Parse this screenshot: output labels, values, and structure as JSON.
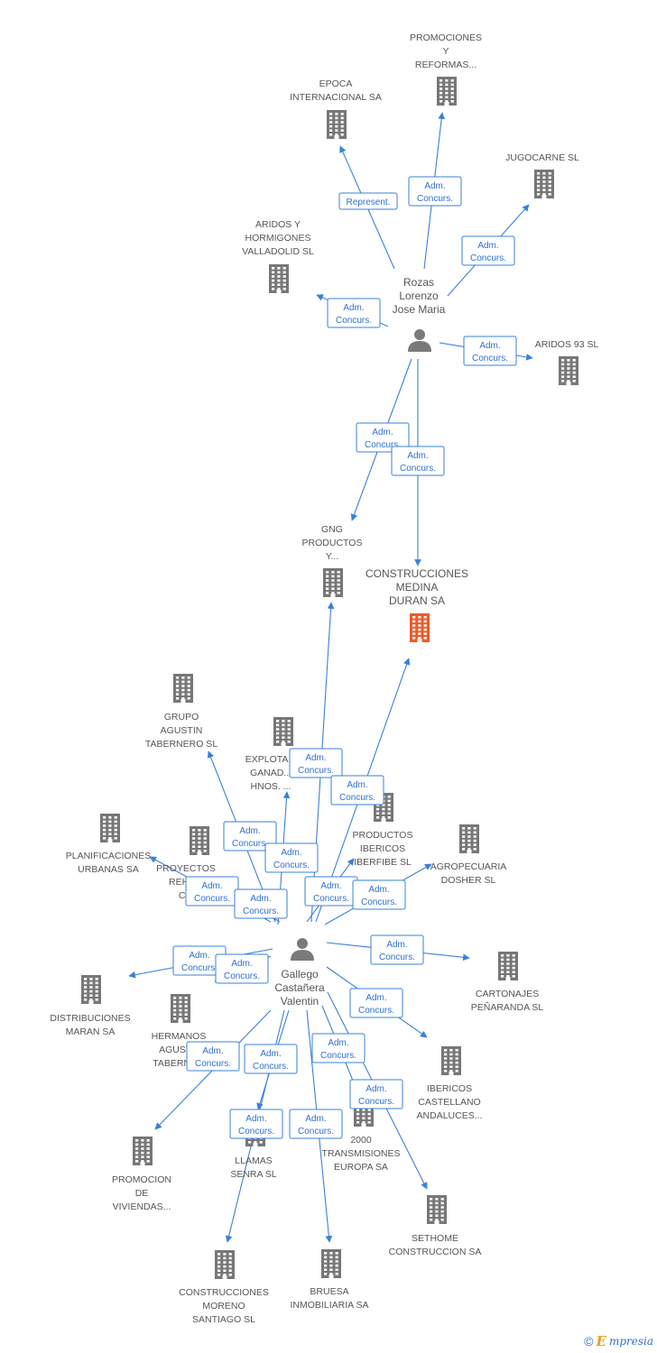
{
  "colors": {
    "edge": "#3a80d9",
    "building": "#777777",
    "building_focus": "#f05a28",
    "person": "#7a7a7a"
  },
  "copyright": {
    "symbol": "©",
    "brand_initial": "E",
    "brand_rest": "mpresia"
  },
  "people": [
    {
      "id": "rozas",
      "lines": [
        "Rozas",
        "Lorenzo",
        "Jose Maria"
      ]
    },
    {
      "id": "gallego",
      "lines": [
        "Gallego",
        "Castañera",
        "Valentin"
      ]
    }
  ],
  "companies": [
    {
      "id": "promociones-reformas",
      "lines": [
        "PROMOCIONES",
        "Y",
        "REFORMAS..."
      ],
      "focus": false
    },
    {
      "id": "epoca",
      "lines": [
        "EPOCA",
        "INTERNACIONAL SA"
      ],
      "focus": false
    },
    {
      "id": "jugocarne",
      "lines": [
        "JUGOCARNE SL"
      ],
      "focus": false
    },
    {
      "id": "aridos-hormigones",
      "lines": [
        "ARIDOS Y",
        "HORMIGONES",
        "VALLADOLID SL"
      ],
      "focus": false
    },
    {
      "id": "aridos93",
      "lines": [
        "ARIDOS 93 SL"
      ],
      "focus": false
    },
    {
      "id": "gng",
      "lines": [
        "GNG",
        "PRODUCTOS",
        "Y..."
      ],
      "focus": false
    },
    {
      "id": "construcciones-medina",
      "lines": [
        "CONSTRUCCIONES",
        "MEDINA",
        "DURAN SA"
      ],
      "focus": true
    },
    {
      "id": "grupo-agustin",
      "lines": [
        "GRUPO",
        "AGUSTIN",
        "TABERNERO SL"
      ],
      "focus": false
    },
    {
      "id": "explotaciones",
      "lines": [
        "EXPLOTA...",
        "GANAD...",
        "HNOS. ..."
      ],
      "focus": false
    },
    {
      "id": "productos-ibericos",
      "lines": [
        "PRODUCTOS",
        "IBERICOS",
        "IBERFIBE SL"
      ],
      "focus": false
    },
    {
      "id": "agropecuaria",
      "lines": [
        "AGROPECUARIA",
        "DOSHER SL"
      ],
      "focus": false
    },
    {
      "id": "planificaciones",
      "lines": [
        "PLANIFICACIONES",
        "URBANAS SA"
      ],
      "focus": false
    },
    {
      "id": "proyectos",
      "lines": [
        "PROYECTOS",
        "REHA...",
        "C..."
      ],
      "focus": false
    },
    {
      "id": "distribuciones",
      "lines": [
        "DISTRIBUCIONES",
        "MARAN SA"
      ],
      "focus": false
    },
    {
      "id": "hermanos-agustin",
      "lines": [
        "HERMANOS",
        "AGUST...",
        "TABERNE..."
      ],
      "focus": false
    },
    {
      "id": "cartonajes",
      "lines": [
        "CARTONAJES",
        "PEÑARANDA SL"
      ],
      "focus": false
    },
    {
      "id": "ibericos-castellano",
      "lines": [
        "IBERICOS",
        "CASTELLANO",
        "ANDALUCES..."
      ],
      "focus": false
    },
    {
      "id": "transmisiones",
      "lines": [
        "2000",
        "TRANSMISIONES",
        "EUROPA SA"
      ],
      "focus": false
    },
    {
      "id": "llamas",
      "lines": [
        "LLAMAS",
        "SENRA SL"
      ],
      "focus": false
    },
    {
      "id": "promocion-viviendas",
      "lines": [
        "PROMOCION",
        "DE",
        "VIVIENDAS..."
      ],
      "focus": false
    },
    {
      "id": "sethome",
      "lines": [
        "SETHOME",
        "CONSTRUCCION SA"
      ],
      "focus": false
    },
    {
      "id": "construcciones-moreno",
      "lines": [
        "CONSTRUCCIONES",
        "MORENO",
        "SANTIAGO SL"
      ],
      "focus": false
    },
    {
      "id": "bruesa",
      "lines": [
        "BRUESA",
        "INMOBILIARIA SA"
      ],
      "focus": false
    }
  ],
  "relations": [
    {
      "from": "rozas",
      "to": "epoca",
      "lines": [
        "Represent."
      ]
    },
    {
      "from": "rozas",
      "to": "promociones-reformas",
      "lines": [
        "Adm.",
        "Concurs."
      ]
    },
    {
      "from": "rozas",
      "to": "jugocarne",
      "lines": [
        "Adm.",
        "Concurs."
      ]
    },
    {
      "from": "rozas",
      "to": "aridos-hormigones",
      "lines": [
        "Adm.",
        "Concurs."
      ]
    },
    {
      "from": "rozas",
      "to": "aridos93",
      "lines": [
        "Adm.",
        "Concurs."
      ]
    },
    {
      "from": "rozas",
      "to": "gng",
      "lines": [
        "Adm.",
        "Concurs."
      ]
    },
    {
      "from": "rozas",
      "to": "construcciones-medina",
      "lines": [
        "Adm.",
        "Concurs."
      ]
    },
    {
      "from": "gallego",
      "to": "gng",
      "lines": [
        "Adm.",
        "Concurs."
      ]
    },
    {
      "from": "gallego",
      "to": "construcciones-medina",
      "lines": [
        "Adm.",
        "Concurs."
      ]
    },
    {
      "from": "gallego",
      "to": "grupo-agustin",
      "lines": [
        "Adm.",
        "Concurs."
      ]
    },
    {
      "from": "gallego",
      "to": "explotaciones",
      "lines": [
        "Adm.",
        "Concurs."
      ]
    },
    {
      "from": "gallego",
      "to": "planificaciones",
      "lines": [
        "Adm.",
        "Concurs."
      ]
    },
    {
      "from": "gallego",
      "to": "proyectos",
      "lines": [
        "Adm.",
        "Concurs."
      ]
    },
    {
      "from": "gallego",
      "to": "productos-ibericos",
      "lines": [
        "Adm.",
        "Concurs."
      ]
    },
    {
      "from": "gallego",
      "to": "agropecuaria",
      "lines": [
        "Adm.",
        "Concurs."
      ]
    },
    {
      "from": "gallego",
      "to": "distribuciones",
      "lines": [
        "Adm.",
        "Concurs."
      ]
    },
    {
      "from": "gallego",
      "to": "hermanos-agustin",
      "lines": [
        "Adm.",
        "Concurs."
      ]
    },
    {
      "from": "gallego",
      "to": "cartonajes",
      "lines": [
        "Adm.",
        "Concurs."
      ]
    },
    {
      "from": "gallego",
      "to": "ibericos-castellano",
      "lines": [
        "Adm.",
        "Concurs."
      ]
    },
    {
      "from": "gallego",
      "to": "promocion-viviendas",
      "lines": [
        "Adm.",
        "Concurs."
      ]
    },
    {
      "from": "gallego",
      "to": "llamas",
      "lines": [
        "Adm.",
        "Concurs."
      ]
    },
    {
      "from": "gallego",
      "to": "transmisiones",
      "lines": [
        "Adm.",
        "Concurs."
      ]
    },
    {
      "from": "gallego",
      "to": "sethome",
      "lines": [
        "Adm.",
        "Concurs."
      ]
    },
    {
      "from": "gallego",
      "to": "construcciones-moreno",
      "lines": [
        "Adm.",
        "Concurs."
      ]
    },
    {
      "from": "gallego",
      "to": "bruesa",
      "lines": [
        "Adm.",
        "Concurs."
      ]
    }
  ]
}
